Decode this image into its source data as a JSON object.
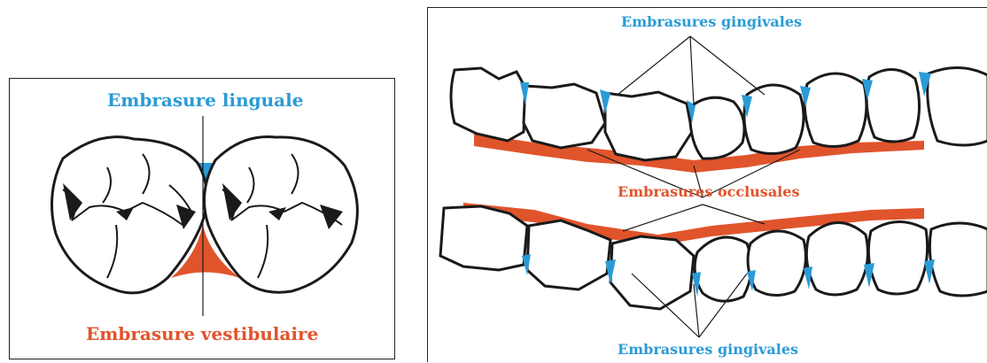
{
  "left_figure": {
    "top_label": "Embrasure linguale",
    "bottom_label": "Embrasure vestibulaire"
  },
  "right_figure": {
    "top_label": "Embrasures gingivales",
    "middle_label": "Embrasures occlusales",
    "bottom_label": "Embrasures gingivales"
  },
  "colors": {
    "lingual_blue": "#2a9bd6",
    "vestibular_red": "#e0542c",
    "outline": "#1a1a1a"
  }
}
